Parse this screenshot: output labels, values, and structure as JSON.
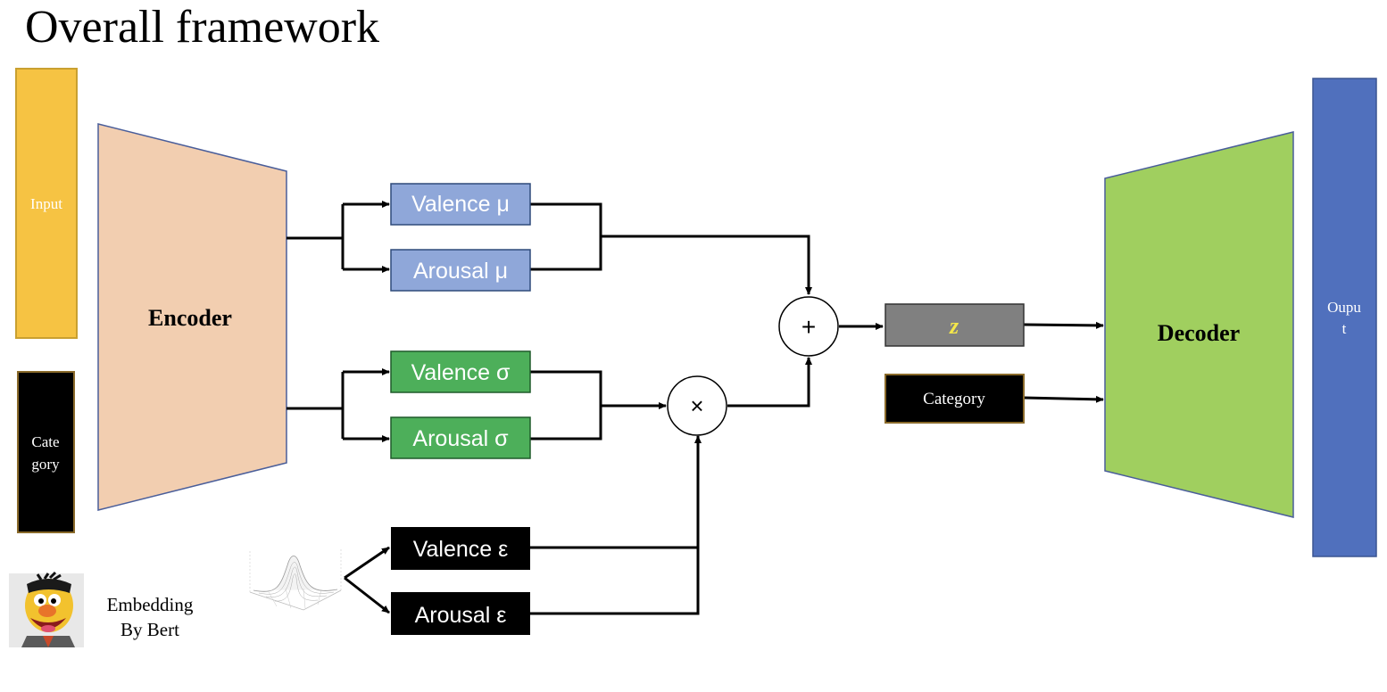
{
  "title": "Overall framework",
  "input_label": "Input",
  "category_side_label_line1": "Cate",
  "category_side_label_line2": "gory",
  "encoder_label": "Encoder",
  "decoder_label": "Decoder",
  "output_label_line1": "Oupu",
  "output_label_line2": "t",
  "boxes": {
    "valence_mu": "Valence μ",
    "arousal_mu": "Arousal μ",
    "valence_sigma": "Valence σ",
    "arousal_sigma": "Arousal σ",
    "valence_eps": "Valence ε",
    "arousal_eps": "Arousal ε",
    "z": "z",
    "category": "Category"
  },
  "operators": {
    "plus": "+",
    "times": "×"
  },
  "embedding_line1": "Embedding",
  "embedding_line2": "By Bert",
  "icons": [
    "gaussian-surface-icon",
    "bert-muppet-icon"
  ],
  "colors": {
    "input": "#F6C343",
    "encoder": "#F2CEB0",
    "mu_box": "#8FA7D9",
    "sigma_box": "#4DAF5A",
    "eps_box": "#000000",
    "z_box": "#808080",
    "z_text": "#F4E64A",
    "decoder": "#A0CF5F",
    "output": "#5070BD"
  }
}
